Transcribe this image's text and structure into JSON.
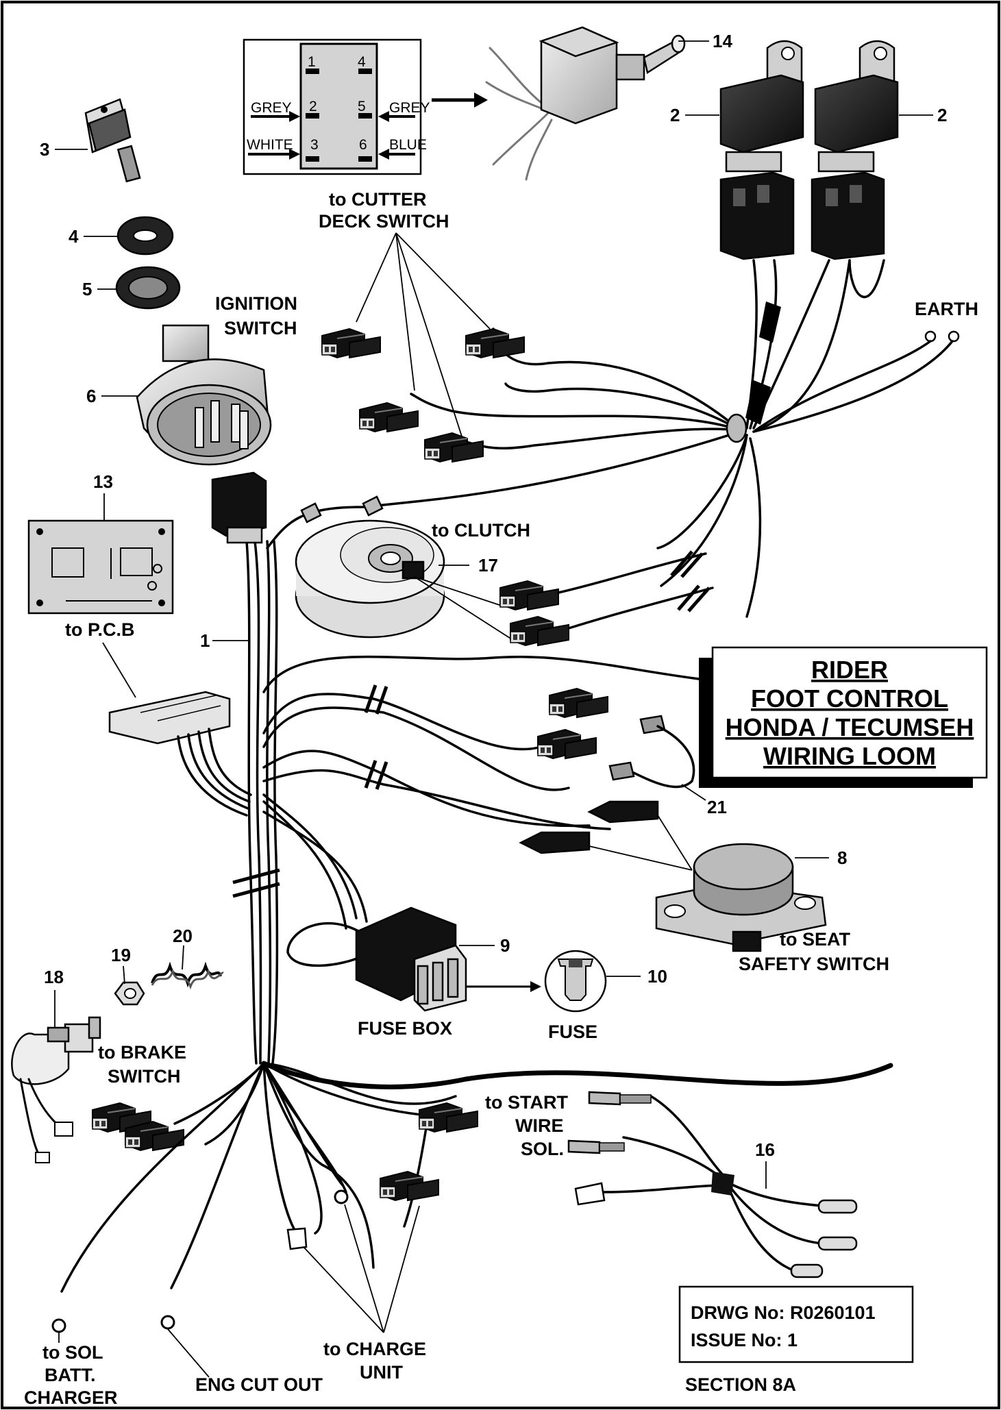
{
  "title": {
    "line1": "RIDER",
    "line2": "FOOT CONTROL",
    "line3": "HONDA / TECUMSEH",
    "line4": "WIRING LOOM"
  },
  "drawing_info": {
    "drwg_no": "DRWG No:  R0260101",
    "issue_no": "ISSUE No: 1",
    "section": "SECTION 8A"
  },
  "switch_pinout": {
    "pins": [
      "1",
      "2",
      "3",
      "4",
      "5",
      "6"
    ],
    "wire_grey_left": "GREY",
    "wire_white": "WHITE",
    "wire_grey_right": "GREY",
    "wire_blue": "BLUE"
  },
  "part_numbers": {
    "loom": "1",
    "relay_left": "2",
    "relay_right": "2",
    "key": "3",
    "washer": "4",
    "nut": "5",
    "ignition": "6",
    "seat_switch": "8",
    "fuse_box": "9",
    "fuse": "10",
    "pcb": "13",
    "toggle": "14",
    "start_wire": "16",
    "clutch": "17",
    "brake_switch": "18",
    "locknut": "19",
    "spring": "20",
    "link_wire": "21"
  },
  "labels": {
    "cutter_deck_1": "to CUTTER",
    "cutter_deck_2": "DECK SWITCH",
    "ignition_1": "IGNITION",
    "ignition_2": "SWITCH",
    "earth": "EARTH",
    "pcb": "to P.C.B",
    "clutch": "to CLUTCH",
    "seat_1": "to SEAT",
    "seat_2": "SAFETY SWITCH",
    "fuse_box": "FUSE BOX",
    "fuse": "FUSE",
    "brake_1": "to BRAKE",
    "brake_2": "SWITCH",
    "start_1": "to START",
    "start_2": "WIRE",
    "start_3": "SOL.",
    "charge_1": "to CHARGE",
    "charge_2": "UNIT",
    "sol_1": "to SOL",
    "sol_2": "BATT.",
    "sol_3": "CHARGER",
    "eng": "ENG CUT OUT"
  }
}
